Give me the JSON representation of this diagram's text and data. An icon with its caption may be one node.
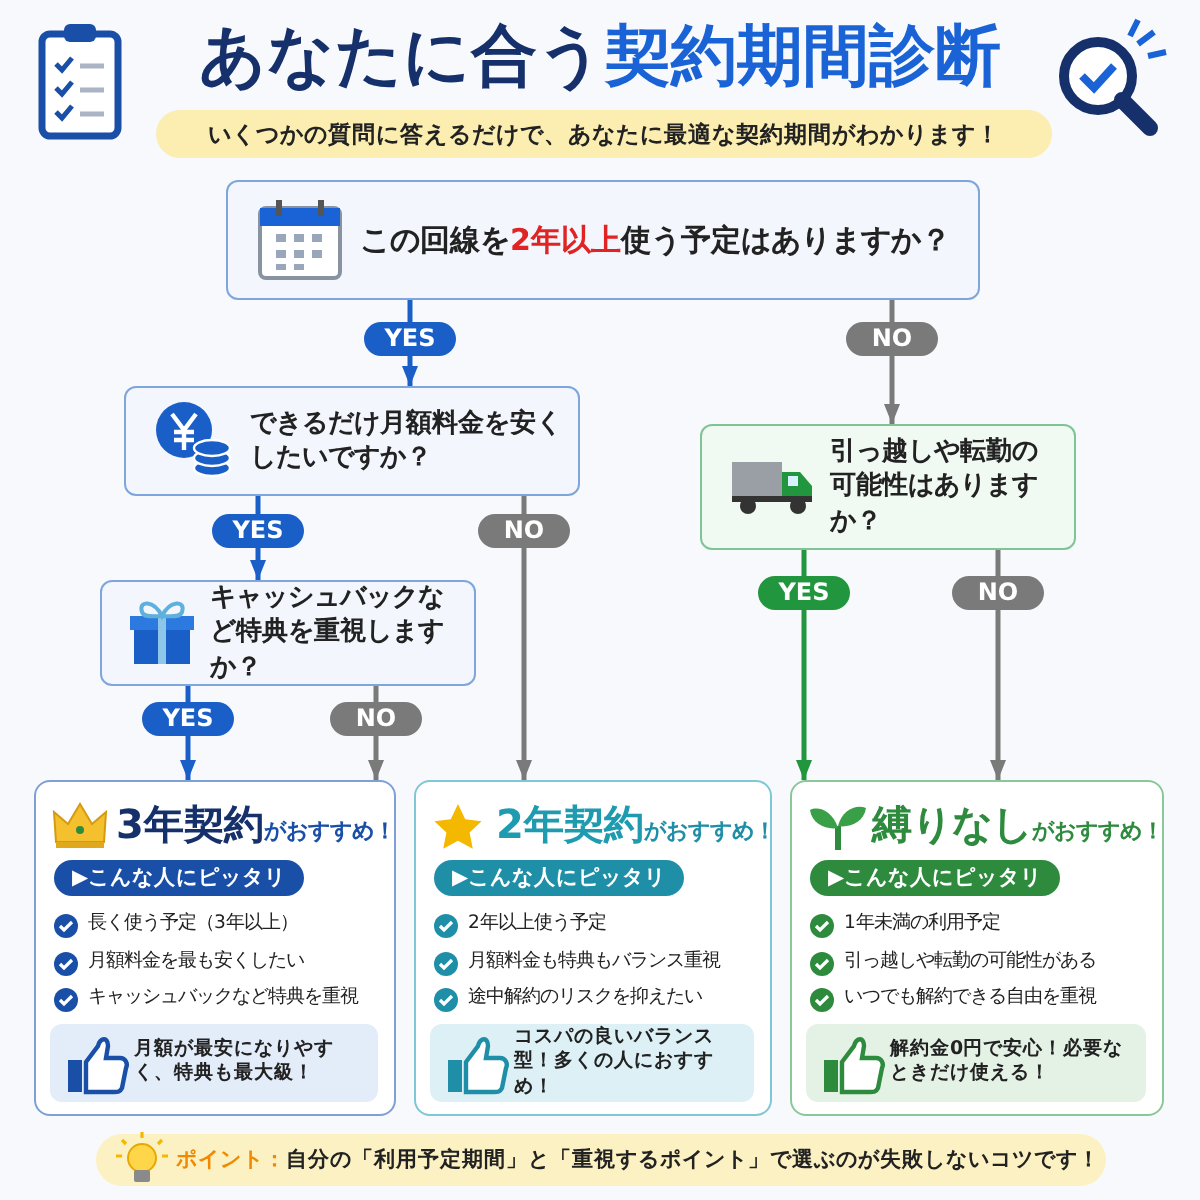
{
  "diagram": {
    "title": "あなたに合う**契約期間診断**",
    "nodes": [
      {
        "text": [
          "この回線を**2年以上**使う予定はありますか？"
        ]
      },
      {
        "text": [
          "できるだけ月額料金を安くしたいですか？"
        ]
      },
      {
        "text": [
          "引っ越しや転勤の可能性はありますか？"
        ]
      },
      {
        "text": [
          "キャッシュバックなど特典を重視しますか？"
        ]
      },
      {
        "text": [
          "**3年契約**がおすすめ！",
          "▶こんな人にピッタリ",
          "長く使う予定（3年以上）",
          "月額料金を最も安くしたい",
          "キャッシュバックなど特典を重視",
          "月額が最安になりやすく、特典も最大級！"
        ]
      },
      {
        "text": [
          "**2年契約**がおすすめ！",
          "▶こんな人にピッタリ",
          "2年以上使う予定",
          "月額料金も特典もバランス重視",
          "途中解約のリスクを抑えたい",
          "コスパの良いバランス型！多くの人におすすめ！"
        ]
      },
      {
        "text": [
          "**縛りなし**がおすすめ！",
          "▶こんな人にピッタリ",
          "1年未満の利用予定",
          "引っ越しや転勤の可能性がある",
          "いつでも解約できる自由を重視",
          "解約金0円で安心！必要なときだけ使える！"
        ]
      }
    ],
    "edges": [
      {
        "from": 0,
        "to": 1,
        "arrow": "to",
        "label": "YES",
        "color": "#1a5fc8"
      },
      {
        "from": 0,
        "to": 2,
        "arrow": "to",
        "label": "NO"
      },
      {
        "from": 1,
        "to": 3,
        "arrow": "to",
        "label": "YES",
        "color": "#1a5fc8"
      },
      {
        "from": 1,
        "to": 5,
        "arrow": "to",
        "label": "NO"
      },
      {
        "from": 3,
        "to": 4,
        "arrow": "to",
        "label": "YES",
        "color": "#1a5fc8"
      },
      {
        "from": 3,
        "to": 4,
        "arrow": "to",
        "label": "NO"
      },
      {
        "from": 2,
        "to": 6,
        "arrow": "to",
        "label": "YES",
        "color": "#22963f"
      },
      {
        "from": 2,
        "to": 6,
        "arrow": "to",
        "label": "NO"
      }
    ],
    "labels": [
      "いくつかの質問に答えるだけで、あなたに最適な契約期間がわかります！",
      "**ポイント：**自分の「利用予定期間」と「重視するポイント」で選ぶのが失敗しないコツです！"
    ]
  }
}
